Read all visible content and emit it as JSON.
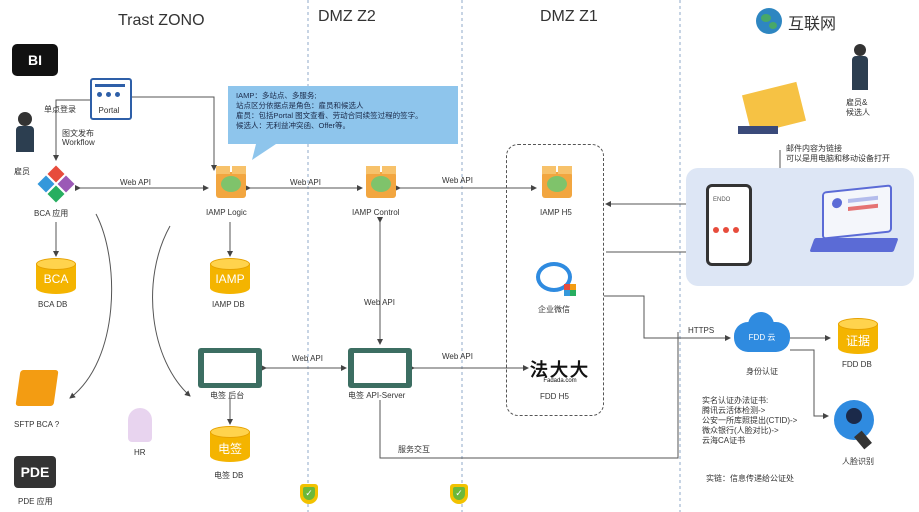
{
  "zones": {
    "trast": "Trast ZONO",
    "dmz2": "DMZ Z2",
    "dmz1": "DMZ Z1",
    "internet": "互联网"
  },
  "callout": {
    "lines": [
      "IAMP：多站点、多服务;",
      "站点区分依据点是角色：雇员和候选人",
      "雇员：包括Portal 图文查看、劳动合同续签过程的签字。",
      "候选人：无利益冲突函、Offer等。"
    ]
  },
  "nodes": {
    "bi": "BI",
    "portal": "Portal",
    "single_login": "单点登录",
    "publish": "图文发布",
    "workflow": "Workflow",
    "employee": "雇员",
    "bca_app": "BCA 应用",
    "bca_db_icon": "BCA",
    "bca_db": "BCA DB",
    "iamp_logic": "IAMP Logic",
    "iamp_db_icon": "IAMP",
    "iamp_db": "IAMP DB",
    "iamp_control": "IAMP Control",
    "iamp_h5": "IAMP H5",
    "wecom": "企业微信",
    "fdd_h5": "FDD H5",
    "fdd_logo": "法大大",
    "fdd_logo_sub": "Fadada.com",
    "esign_backend": "电签 后台",
    "esign_db_icon": "电签",
    "esign_db": "电签 DB",
    "esign_api": "电签 API-Server",
    "sftp": "SFTP BCA ?",
    "pde_icon": "PDE",
    "pde_app": "PDE 应用",
    "hr": "HR",
    "employee_candidate": "雇员&\n候选人",
    "email_note": "邮件内容为链接\n可以是用电脑和移动设备打开",
    "fdd_cloud": "FDD 云",
    "identity": "身份认证",
    "fdd_db_icon": "证据",
    "fdd_db": "FDD DB",
    "face_recog": "人脸识别",
    "cert_lines": "实名认证办法证书:\n腾讯云活体检测->\n公安一所库照提出(CTID)->\n微众银行(人脸对比)->\n云海CA证书",
    "realchain": "实链：信息传递给公证处",
    "service": "服务交互",
    "https": "HTTPS",
    "phone_title": "ENDO"
  },
  "edges": {
    "web_api": "Web API"
  },
  "colors": {
    "cloud": "#2f8be0",
    "internet_panel": "#dde6f5",
    "db": "#f4b400",
    "callout": "#8ec5ec"
  }
}
